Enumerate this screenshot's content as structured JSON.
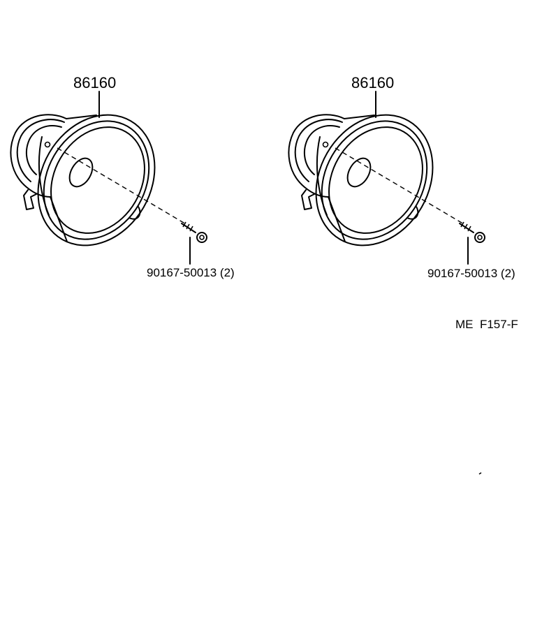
{
  "assemblies": [
    {
      "part_number": "86160",
      "screw_label": "90167-50013 (2)"
    },
    {
      "part_number": "86160",
      "screw_label": "90167-50013 (2)"
    }
  ],
  "diagram_code": "ME  F157-F",
  "icons": {
    "speaker": "speaker-icon",
    "screw": "screw-icon"
  },
  "colors": {
    "line": "#000000",
    "background": "#ffffff"
  }
}
